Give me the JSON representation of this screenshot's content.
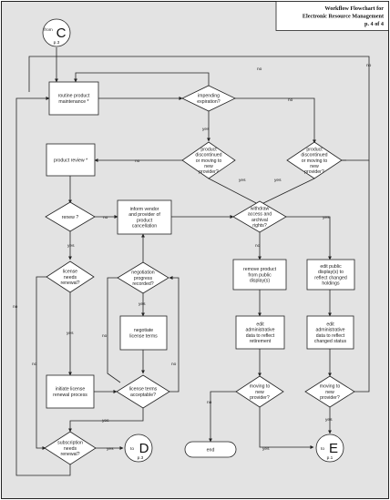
{
  "title": {
    "line1": "Workflow Flowchart for",
    "line2": "Electronic Resource Management",
    "line3": "p. 4 of 4"
  },
  "connectors": {
    "from_c": {
      "line1": "from",
      "letter": "C",
      "page": "p.3"
    },
    "to_d": {
      "line1": "to",
      "letter": "D",
      "page": "p.3"
    },
    "to_e": {
      "line1": "to",
      "letter": "E",
      "page": "p.1"
    }
  },
  "nodes": {
    "routine_maintenance": [
      "routine product",
      "maintenance *"
    ],
    "impending_expiration": [
      "impending",
      "expiration?"
    ],
    "discontinued_1": [
      "product",
      "discontinued",
      "or moving to",
      "new",
      "provider?"
    ],
    "discontinued_2": [
      "product",
      "discontinued",
      "or moving to",
      "new",
      "provider?"
    ],
    "product_review": [
      "product review *"
    ],
    "renew": [
      "renew ?"
    ],
    "inform_vendor": [
      "inform vendor",
      "and provider of",
      "product",
      "cancellation"
    ],
    "withdraw_access": [
      "withdraw",
      "access and",
      "archival",
      "rights?"
    ],
    "license_renewal": [
      "license",
      "needs",
      "renewal?"
    ],
    "negotiation_progress": [
      "negotiation",
      "progress",
      "recorded?"
    ],
    "remove_product": [
      "remove product",
      "from public",
      "display(s)"
    ],
    "edit_public_display": [
      "edit public",
      "display(s) to",
      "reflect changed",
      "holdings"
    ],
    "negotiate_terms": [
      "negotiate",
      "license terms"
    ],
    "edit_admin_retirement": [
      "edit",
      "administrative",
      "data to reflect",
      "retirement"
    ],
    "edit_admin_status": [
      "edit",
      "administrative",
      "data to reflect",
      "changed status"
    ],
    "initiate_renewal": [
      "initiate license",
      "renewal process"
    ],
    "terms_acceptable": [
      "license terms",
      "acceptable?"
    ],
    "moving_provider_1": [
      "moving to",
      "new",
      "provider?"
    ],
    "moving_provider_2": [
      "moving to",
      "new",
      "provider?"
    ],
    "end": [
      "end"
    ],
    "subscription_renewal": [
      "subscription",
      "needs",
      "renewal?"
    ]
  },
  "edge_labels": {
    "no": "no",
    "yes": "yes"
  }
}
